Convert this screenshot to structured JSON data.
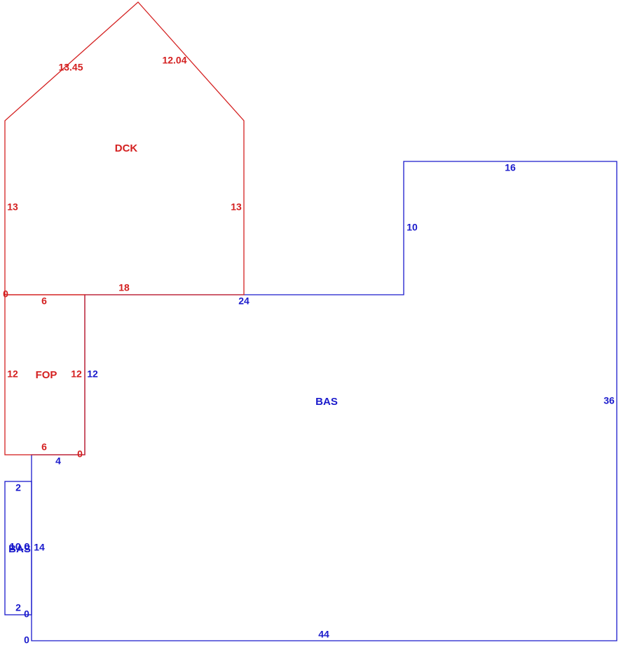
{
  "colors": {
    "bas": "#1a1acc",
    "porch": "#d42020"
  },
  "areas": {
    "dck": "DCK",
    "fop": "FOP",
    "bas": "BAS",
    "bas_small": "BAS",
    "bas_small_overlap": "10.0"
  },
  "dimensions": {
    "dck_left_diag": "13.45",
    "dck_right_diag": "12.04",
    "dck_left": "13",
    "dck_right": "13",
    "dck_bottom": "18",
    "dck_corner": "0",
    "fop_top": "6",
    "fop_left": "12",
    "fop_right": "12",
    "fop_bottom": "6",
    "fop_corner": "0",
    "bas_top_left": "24",
    "bas_step_up": "10",
    "bas_top_right": "16",
    "bas_right": "36",
    "bas_left_upper": "12",
    "bas_notch": "4",
    "bas_left_lower": "14",
    "bas_bottom": "44",
    "bas_corner_a": "0",
    "bas_corner_b": "0",
    "small_top": "2",
    "small_bottom": "2"
  }
}
